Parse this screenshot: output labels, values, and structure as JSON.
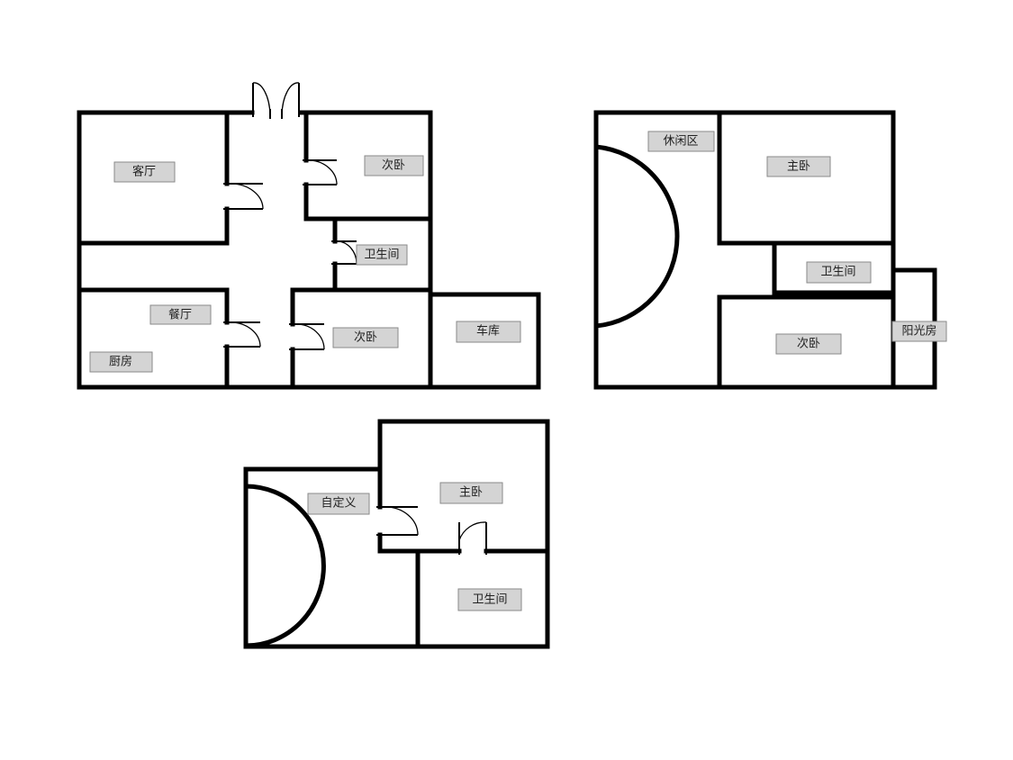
{
  "floor_plans": [
    {
      "rooms": [
        {
          "id": "living-room",
          "label": "客厅"
        },
        {
          "id": "bedroom-a",
          "label": "次卧"
        },
        {
          "id": "bathroom",
          "label": "卫生间"
        },
        {
          "id": "dining-room",
          "label": "餐厅"
        },
        {
          "id": "kitchen",
          "label": "厨房"
        },
        {
          "id": "bedroom-b",
          "label": "次卧"
        },
        {
          "id": "garage",
          "label": "车库"
        }
      ]
    },
    {
      "rooms": [
        {
          "id": "leisure-area",
          "label": "休闲区"
        },
        {
          "id": "master-bedroom",
          "label": "主卧"
        },
        {
          "id": "bathroom",
          "label": "卫生间"
        },
        {
          "id": "bedroom",
          "label": "次卧"
        },
        {
          "id": "sunroom",
          "label": "阳光房"
        }
      ]
    },
    {
      "rooms": [
        {
          "id": "custom",
          "label": "自定义"
        },
        {
          "id": "master-bedroom",
          "label": "主卧"
        },
        {
          "id": "bathroom",
          "label": "卫生间"
        }
      ]
    }
  ]
}
